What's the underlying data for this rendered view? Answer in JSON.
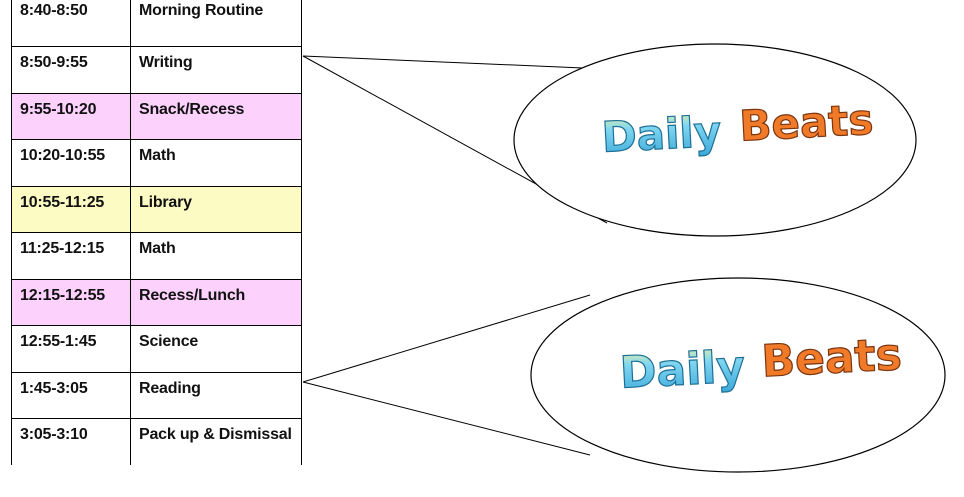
{
  "schedule": [
    {
      "time": "8:40-8:50",
      "activity": "Morning Routine",
      "kind": "normal"
    },
    {
      "time": "8:50-9:55",
      "activity": "Writing",
      "kind": "normal"
    },
    {
      "time": "9:55-10:20",
      "activity": "Snack/Recess",
      "kind": "recess"
    },
    {
      "time": "10:20-10:55",
      "activity": "Math",
      "kind": "normal"
    },
    {
      "time": "10:55-11:25",
      "activity": "Library",
      "kind": "special"
    },
    {
      "time": "11:25-12:15",
      "activity": "Math",
      "kind": "normal"
    },
    {
      "time": "12:15-12:55",
      "activity": "Recess/Lunch",
      "kind": "recess"
    },
    {
      "time": "12:55-1:45",
      "activity": "Science",
      "kind": "normal"
    },
    {
      "time": "1:45-3:05",
      "activity": "Reading",
      "kind": "normal"
    },
    {
      "time": "3:05-3:10",
      "activity": "Pack up & Dismissal",
      "kind": "normal"
    }
  ],
  "callouts": [
    {
      "logo_word1": "Daily",
      "logo_word2": "Beats",
      "points_to": "Writing"
    },
    {
      "logo_word1": "Daily",
      "logo_word2": "Beats",
      "points_to": "Reading"
    }
  ],
  "colors": {
    "recess_highlight": "#fcd2fc",
    "special_highlight": "#fdfbc4",
    "logo_blue": "#5cc4ea",
    "logo_orange": "#f07a28",
    "logo_yellow": "#f6c21c",
    "logo_red": "#e83a3a",
    "logo_green": "#5fbf3a",
    "logo_purple": "#8d5bc6"
  }
}
